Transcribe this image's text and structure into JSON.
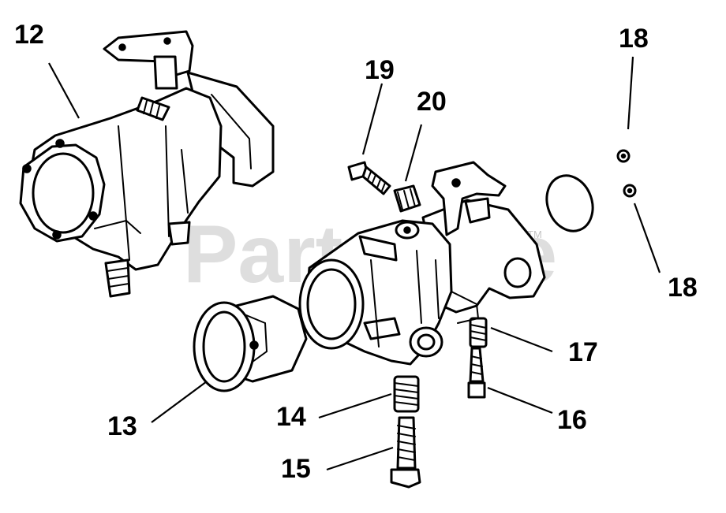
{
  "watermark": {
    "text": "PartsTree",
    "mark": "TM"
  },
  "callouts": [
    {
      "id": "12",
      "label": "12"
    },
    {
      "id": "13",
      "label": "13"
    },
    {
      "id": "14",
      "label": "14"
    },
    {
      "id": "15",
      "label": "15"
    },
    {
      "id": "16",
      "label": "16"
    },
    {
      "id": "17",
      "label": "17"
    },
    {
      "id": "18a",
      "label": "18"
    },
    {
      "id": "18b",
      "label": "18"
    },
    {
      "id": "19",
      "label": "19"
    },
    {
      "id": "20",
      "label": "20"
    }
  ]
}
